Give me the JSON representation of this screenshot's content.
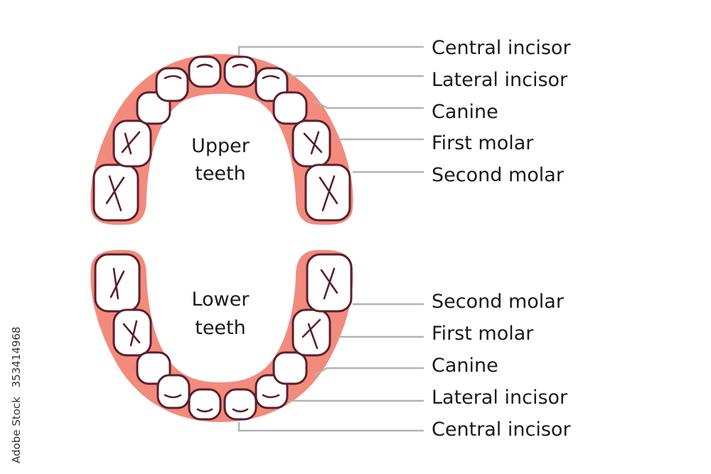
{
  "colors": {
    "gum": "#f28b7d",
    "tooth_fill": "#ffffff",
    "tooth_outline": "#5c1f2c",
    "leader_line": "#b3b3b3",
    "text": "#1a1a1a"
  },
  "upper_jaw": {
    "title_line1": "Upper",
    "title_line2": "teeth",
    "labels": [
      "Central incisor",
      "Lateral incisor",
      "Canine",
      "First molar",
      "Second molar"
    ]
  },
  "lower_jaw": {
    "title_line1": "Lower",
    "title_line2": "teeth",
    "labels": [
      "Second molar",
      "First molar",
      "Canine",
      "Lateral incisor",
      "Central incisor"
    ]
  },
  "watermark": {
    "stock_id": "353414968",
    "logo": "Adobe Stock"
  }
}
